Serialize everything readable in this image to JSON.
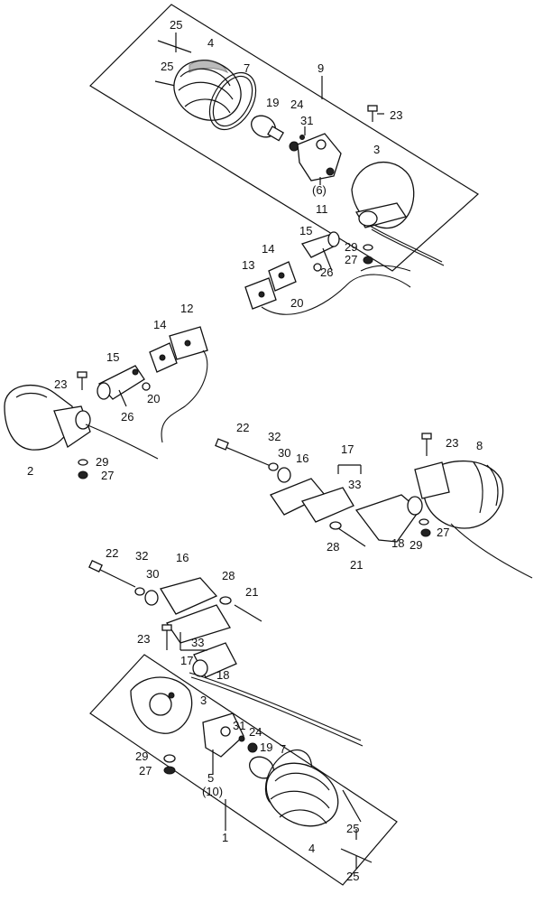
{
  "diagram": {
    "labels": {
      "l25a": "25",
      "l4a": "4",
      "l25b": "25",
      "l7a": "7",
      "l9": "9",
      "l19a": "19",
      "l24a": "24",
      "l31a": "31",
      "l23a": "23",
      "l3a": "3",
      "l6": "(6)",
      "l11": "11",
      "l15a": "15",
      "l29a": "29",
      "l27a": "27",
      "l14a": "14",
      "l13": "13",
      "l26a": "26",
      "l20a": "20",
      "l12": "12",
      "l14b": "14",
      "l15b": "15",
      "l23b": "23",
      "l20b": "20",
      "l26b": "26",
      "l2": "2",
      "l29b": "29",
      "l27b": "27",
      "l22a": "22",
      "l32a": "32",
      "l30a": "30",
      "l16a": "16",
      "l17a": "17",
      "l33a": "33",
      "l23c": "23",
      "l8": "8",
      "l28a": "28",
      "l18a": "18",
      "l29c": "29",
      "l27c": "27",
      "l21a": "21",
      "l22b": "22",
      "l32b": "32",
      "l30b": "30",
      "l16b": "16",
      "l28b": "28",
      "l21b": "21",
      "l23d": "23",
      "l33b": "33",
      "l17b": "17",
      "l18b": "18",
      "l3b": "3",
      "l31b": "31",
      "l24b": "24",
      "l19b": "19",
      "l7b": "7",
      "l29d": "29",
      "l27d": "27",
      "l5": "5",
      "l10": "(10)",
      "l1": "1",
      "l25c": "25",
      "l4b": "4",
      "l25d": "25"
    }
  }
}
